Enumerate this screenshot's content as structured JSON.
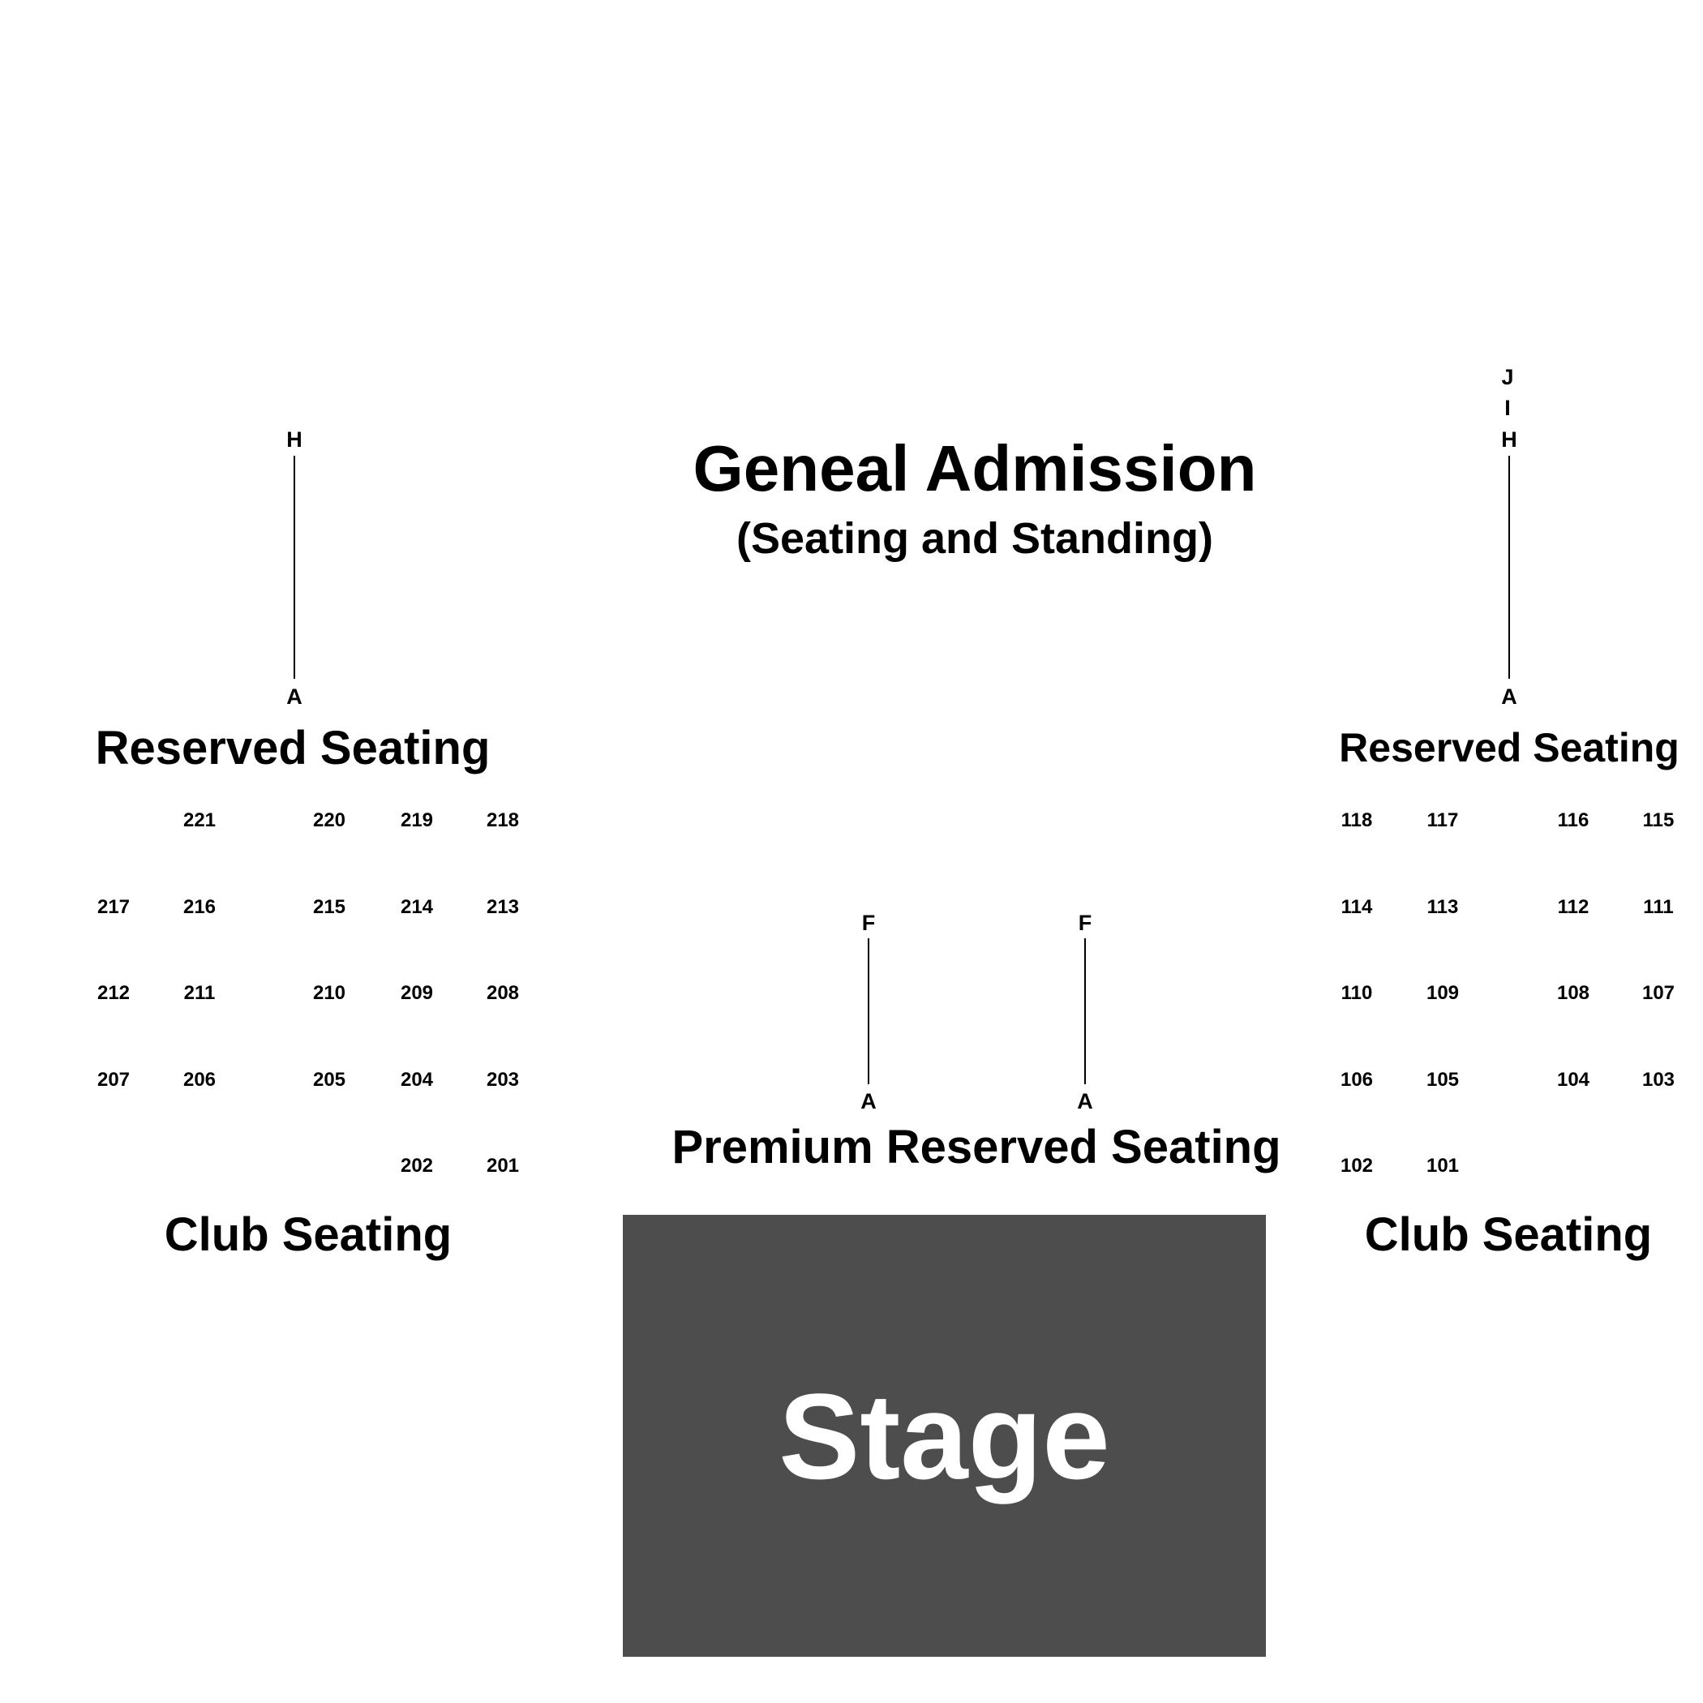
{
  "general_admission": {
    "title": "Geneal Admission",
    "subtitle": "(Seating and Standing)"
  },
  "left": {
    "reserved_title": "Reserved Seating",
    "club_title": "Club Seating",
    "rows": {
      "top": "H",
      "bottom": "A"
    }
  },
  "right": {
    "reserved_title": "Reserved Seating",
    "club_title": "Club Seating",
    "rows": {
      "j": "J",
      "i": "I",
      "h": "H",
      "bottom": "A"
    }
  },
  "premium": {
    "title": "Premium Reserved Seating",
    "aisle_left": {
      "top": "F",
      "bottom": "A"
    },
    "aisle_right": {
      "top": "F",
      "bottom": "A"
    }
  },
  "stage": {
    "label": "Stage",
    "color": "#4d4d4d"
  },
  "boxes": {
    "b221": "221",
    "b220": "220",
    "b219": "219",
    "b218": "218",
    "b217": "217",
    "b216": "216",
    "b215": "215",
    "b214": "214",
    "b213": "213",
    "b212": "212",
    "b211": "211",
    "b210": "210",
    "b209": "209",
    "b208": "208",
    "b207": "207",
    "b206": "206",
    "b205": "205",
    "b204": "204",
    "b203": "203",
    "b202": "202",
    "b201": "201",
    "b118": "118",
    "b117": "117",
    "b116": "116",
    "b115": "115",
    "b114": "114",
    "b113": "113",
    "b112": "112",
    "b111": "111",
    "b110": "110",
    "b109": "109",
    "b108": "108",
    "b107": "107",
    "b106": "106",
    "b105": "105",
    "b104": "104",
    "b103": "103",
    "b102": "102",
    "b101": "101"
  }
}
